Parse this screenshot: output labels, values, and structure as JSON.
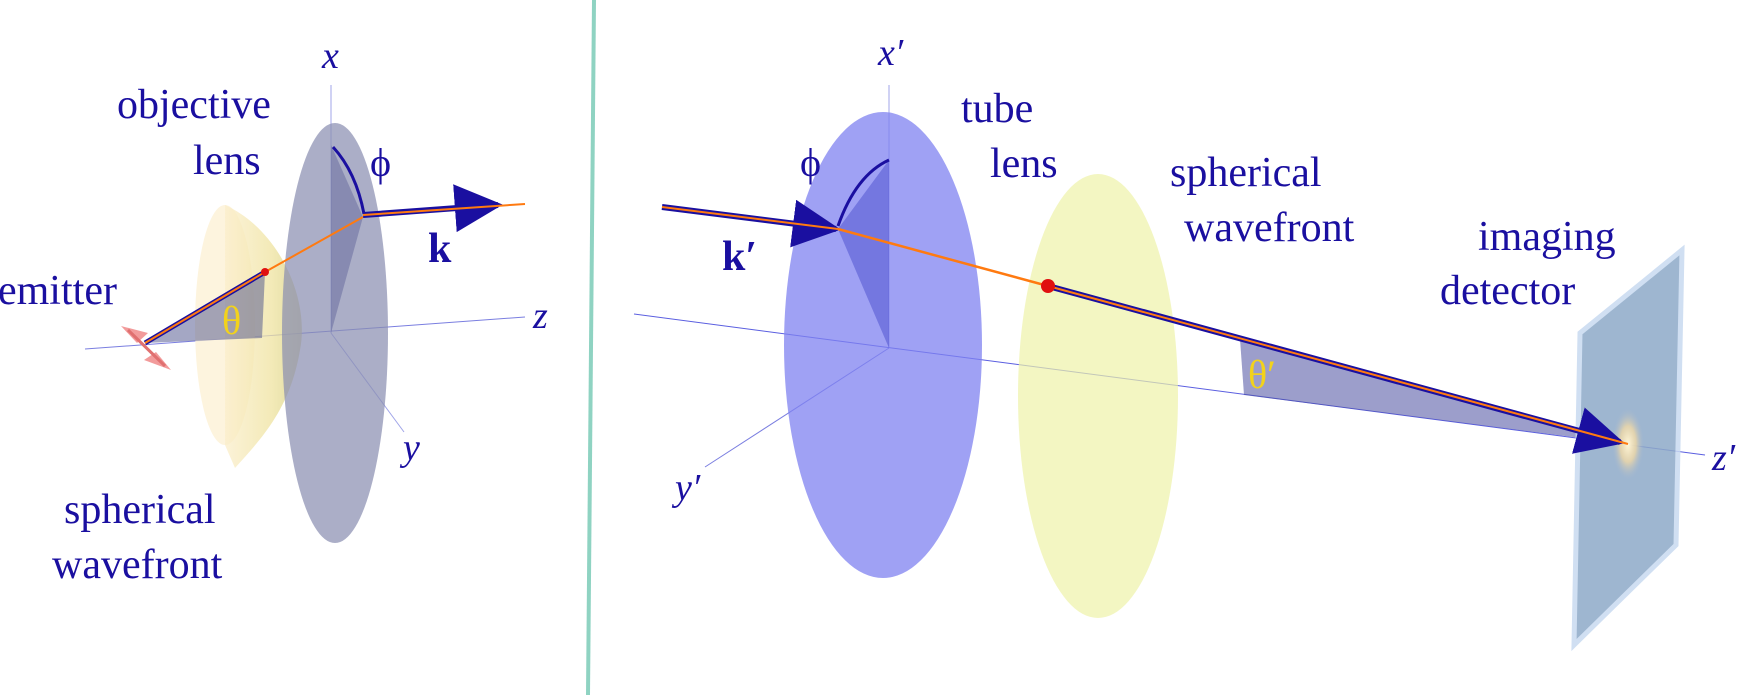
{
  "left_panel": {
    "axis_x": "x",
    "axis_y": "y",
    "axis_z": "z",
    "objective_line1": "objective",
    "objective_line2": "lens",
    "emitter": "emitter",
    "wavefront_line1": "spherical",
    "wavefront_line2": "wavefront",
    "phi": "ϕ",
    "theta": "θ",
    "k": "k"
  },
  "right_panel": {
    "axis_x": "x′",
    "axis_y": "y′",
    "axis_z": "z′",
    "tube_line1": "tube",
    "tube_line2": "lens",
    "wavefront_line1": "spherical",
    "wavefront_line2": "wavefront",
    "detector_line1": "imaging",
    "detector_line2": "detector",
    "phi": "ϕ",
    "theta": "θ′",
    "k": "k′"
  },
  "colors": {
    "label": "#1a0fa0",
    "ray": "#ff7a10",
    "angle": "#f2d21c",
    "divider": "#8fd3c2",
    "objective_lens": "#8a8fb2",
    "tube_lens": "#7f82f0",
    "wavefront": "#eef2a8",
    "detector": "#8eaac8"
  }
}
